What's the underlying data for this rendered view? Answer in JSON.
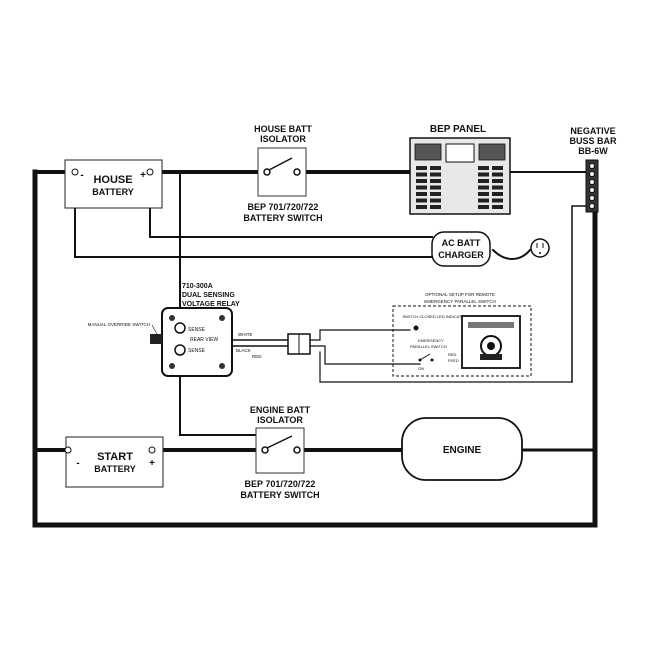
{
  "house_battery": {
    "title": "HOUSE",
    "subtitle": "BATTERY",
    "neg": "-",
    "pos": "+"
  },
  "start_battery": {
    "title": "START",
    "subtitle": "BATTERY",
    "neg": "-",
    "pos": "+"
  },
  "house_isolator": {
    "line1": "HOUSE BATT",
    "line2": "ISOLATOR",
    "switch_line1": "BEP 701/720/722",
    "switch_line2": "BATTERY SWITCH"
  },
  "engine_isolator": {
    "line1": "ENGINE BATT",
    "line2": "ISOLATOR",
    "switch_line1": "BEP 701/720/722",
    "switch_line2": "BATTERY SWITCH"
  },
  "bep_panel": {
    "label": "BEP PANEL"
  },
  "negative_buss": {
    "line1": "NEGATIVE",
    "line2": "BUSS BAR",
    "line3": "BB-6W"
  },
  "charger": {
    "line1": "AC BATT",
    "line2": "CHARGER"
  },
  "relay": {
    "line1": "710-300A",
    "line2": "DUAL SENSING",
    "line3": "VOLTAGE RELAY",
    "sense_top": "SENSE",
    "sense_bottom": "SENSE",
    "rear_view": "REAR VIEW",
    "override": "MANUAL OVERRIDE SWITCH"
  },
  "wires": {
    "white": "WHITE",
    "black": "BLACK",
    "red": "RED",
    "red2": "RED",
    "feed": "FEED"
  },
  "remote": {
    "title": "OPTIONAL SETUP FOR REMOTE",
    "subtitle": "EMERGENCY PARALLEL SWITCH",
    "led": "SWITCH CLOSED LED INDICATOR",
    "emergency1": "EMERGENCY",
    "emergency2": "PARALLEL SWITCH",
    "on": "ON"
  },
  "engine": {
    "label": "ENGINE"
  }
}
